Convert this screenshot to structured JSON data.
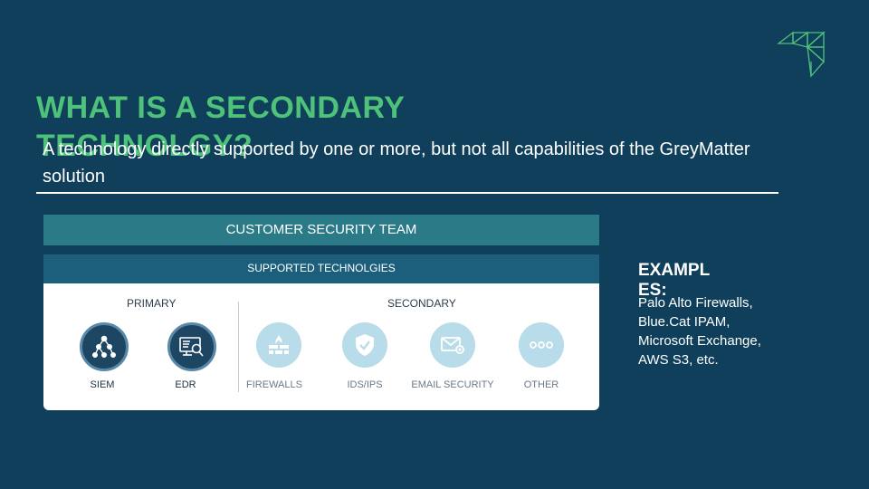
{
  "slide": {
    "title": "WHAT IS A SECONDARY TECHNOLGY?",
    "subtitle": "A technology directly supported by one or more, but not all capabilities of the GreyMatter solution"
  },
  "diagram": {
    "team_bar": "CUSTOMER SECURITY TEAM",
    "tech_bar": "SUPPORTED TECHNOLGIES",
    "primary_heading": "PRIMARY",
    "secondary_heading": "SECONDARY",
    "primary_items": [
      {
        "label": "SIEM",
        "icon": "network-hierarchy-icon"
      },
      {
        "label": "EDR",
        "icon": "screen-search-icon"
      }
    ],
    "secondary_items": [
      {
        "label": "FIREWALLS",
        "icon": "firewall-icon"
      },
      {
        "label": "IDS/IPS",
        "icon": "shield-check-icon"
      },
      {
        "label": "EMAIL SECURITY",
        "icon": "envelope-icon"
      },
      {
        "label": "OTHER",
        "icon": "ellipsis-icon"
      }
    ]
  },
  "examples": {
    "title": "EXAMPL ES:",
    "body": "Palo Alto Firewalls, Blue.Cat IPAM, Microsoft Exchange, AWS S3, etc."
  },
  "colors": {
    "background": "#0f3f5b",
    "title_green": "#4fc27a",
    "bar_teal": "#2a7a87",
    "bar_blue": "#1c5f7d",
    "icon_dark": "#1d4662",
    "icon_light": "#b8dce9"
  }
}
